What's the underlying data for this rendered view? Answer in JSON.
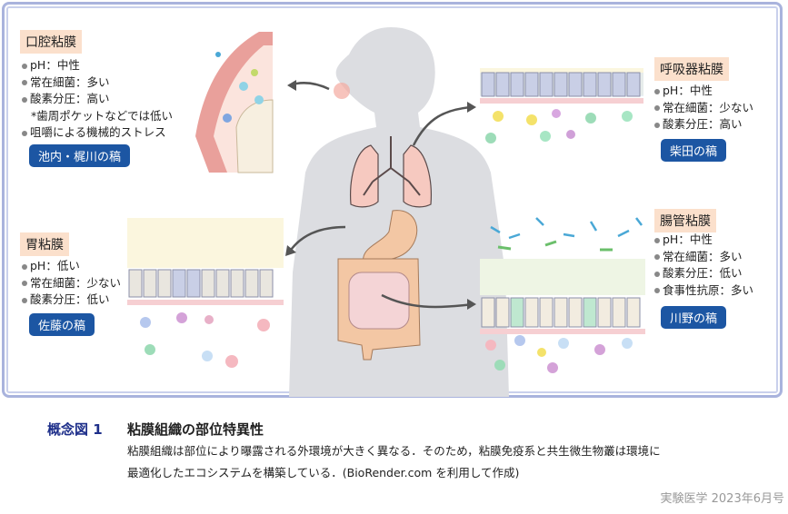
{
  "panels": {
    "oral": {
      "title": "口腔粘膜",
      "items": [
        "pH：中性",
        "常在細菌：多い",
        "酸素分圧：高い",
        "*歯周ポケットなどでは低い",
        "咀嚼による機械的ストレス"
      ],
      "badge": "池内・梶川の稿"
    },
    "respiratory": {
      "title": "呼吸器粘膜",
      "items": [
        "pH：中性",
        "常在細菌：少ない",
        "酸素分圧：高い"
      ],
      "badge": "柴田の稿"
    },
    "stomach": {
      "title": "胃粘膜",
      "items": [
        "pH：低い",
        "常在細菌：少ない",
        "酸素分圧：低い"
      ],
      "badge": "佐藤の稿"
    },
    "intestine": {
      "title": "腸管粘膜",
      "items": [
        "pH：中性",
        "常在細菌：多い",
        "酸素分圧：低い",
        "食事性抗原：多い"
      ],
      "badge": "川野の稿"
    }
  },
  "caption": {
    "fig": "概念図 1",
    "title": "粘膜組織の部位特異性",
    "line1": "粘膜組織は部位により曝露される外環境が大きく異なる．そのため，粘膜免疫系と共生微生物叢は環境に",
    "line2": "最適化したエコシステムを構築している．(BioRender.com を利用して作成)"
  },
  "footer": "実験医学 2023年6月号",
  "colors": {
    "badge": "#1c56a3",
    "title_bg": "#fbe0cc",
    "body": "#dcdde1",
    "frame": "#a9b3dd"
  }
}
